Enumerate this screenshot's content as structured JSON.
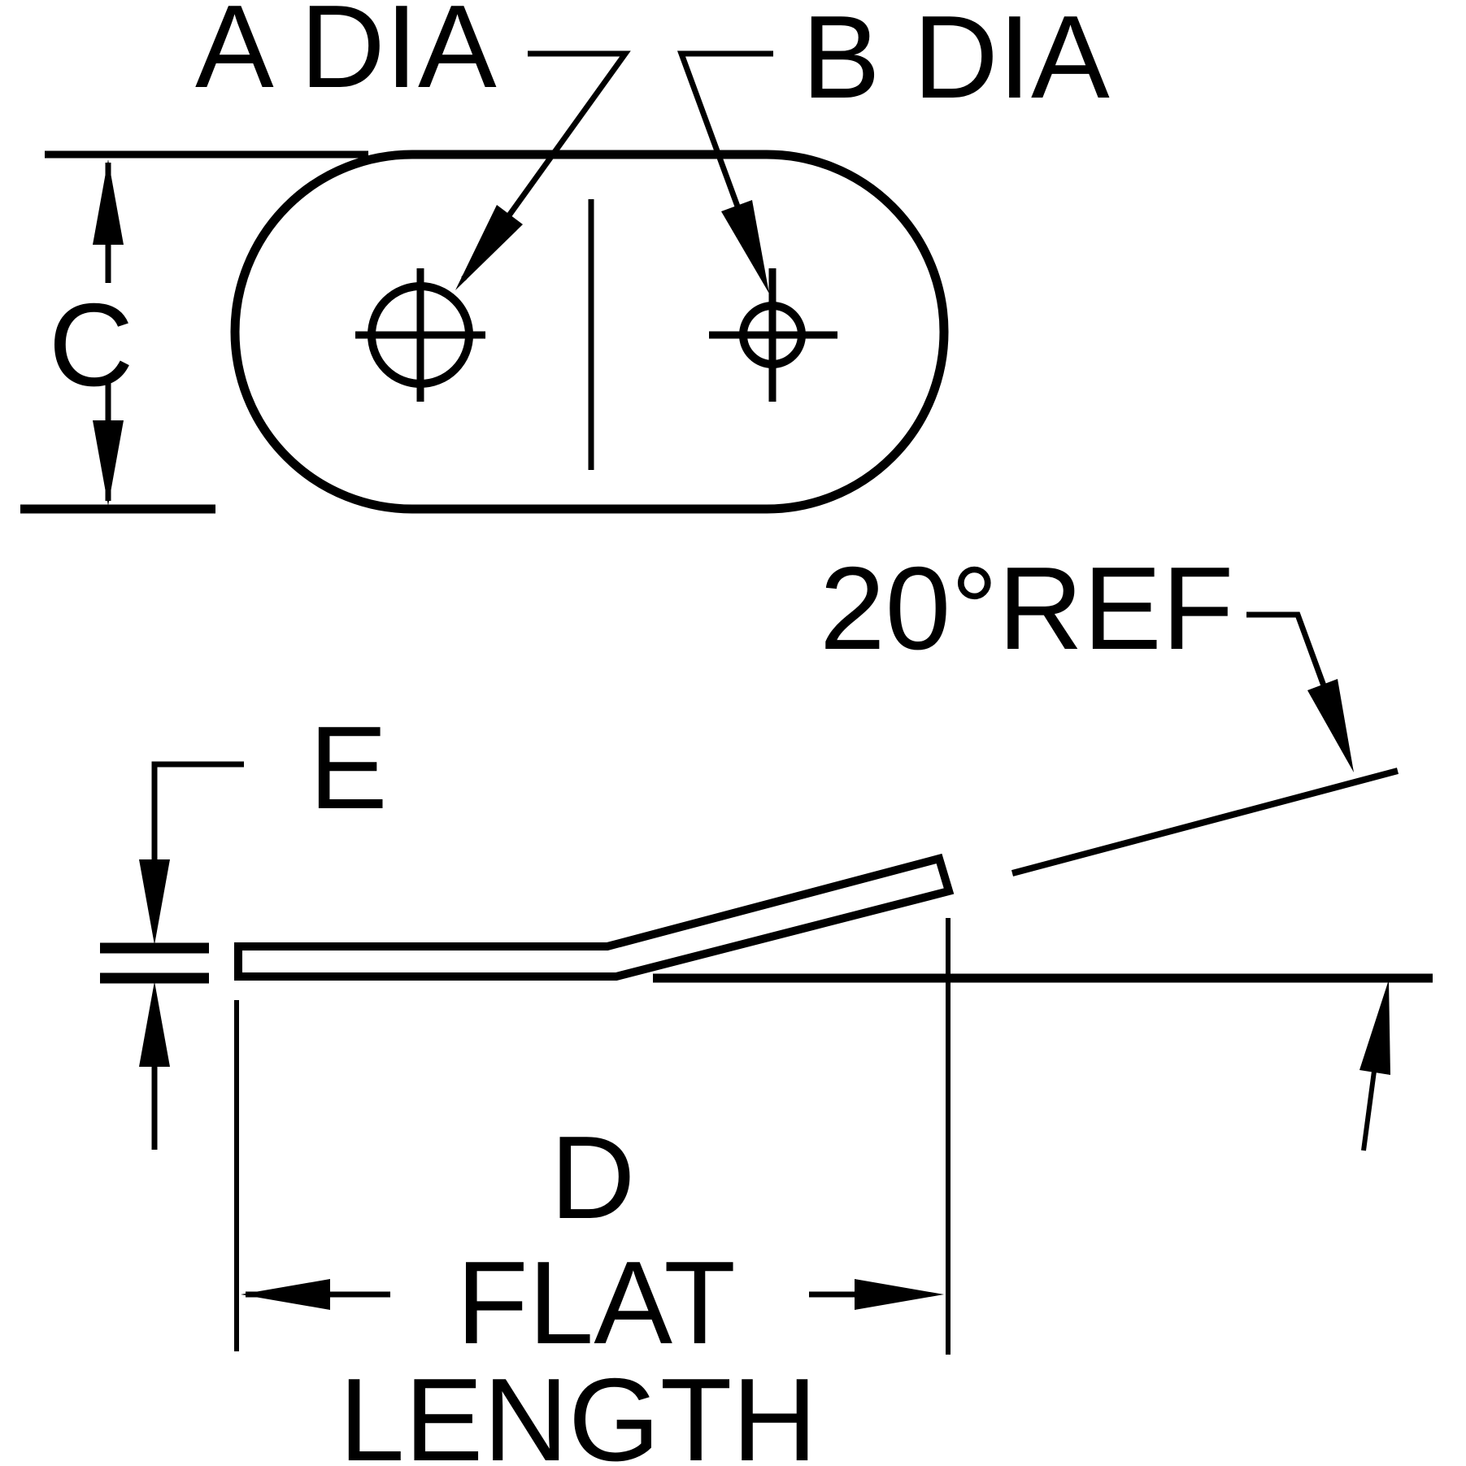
{
  "drawing": {
    "ink_color": "#000000",
    "paper_color": "#ffffff",
    "top_view": {
      "hole_a_label": "A DIA",
      "hole_b_label": "B DIA",
      "height_label": "C"
    },
    "side_view": {
      "thickness_label": "E",
      "angle": {
        "value": "20",
        "symbol": "°",
        "ref": "REF"
      },
      "flat_length": {
        "letter": "D",
        "line1": "FLAT",
        "line2": "LENGTH"
      }
    }
  }
}
